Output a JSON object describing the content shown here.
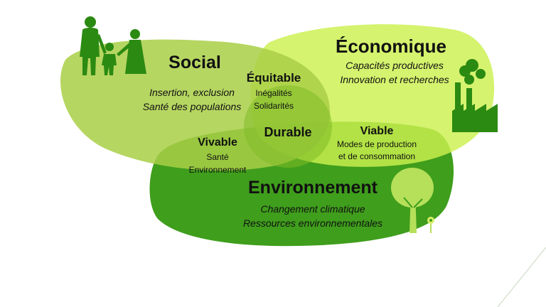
{
  "colors": {
    "social": "#a9cf46",
    "economique": "#ccf04e",
    "environnement": "#3f9e1c",
    "overlap_center": "#7fbb26",
    "icon_dark": "#2b8a12",
    "tree": "#b6e05a"
  },
  "circles": {
    "social": {
      "title": "Social",
      "items": [
        "Insertion, exclusion",
        "Santé des populations"
      ],
      "icon": "family-icon"
    },
    "economique": {
      "title": "Économique",
      "items": [
        "Capacités productives",
        "Innovation et recherches"
      ],
      "icon": "factory-icon"
    },
    "environnement": {
      "title": "Environnement",
      "items": [
        "Changement climatique",
        "Ressources environnementales"
      ],
      "icon": "tree-icon"
    }
  },
  "overlaps": {
    "equitable": {
      "title": "Équitable",
      "items": [
        "Inégalités",
        "Solidarités"
      ]
    },
    "vivable": {
      "title": "Vivable",
      "items": [
        "Santé",
        "Environnement"
      ]
    },
    "viable": {
      "title": "Viable",
      "items": [
        "Modes de production",
        "et de consommation"
      ]
    },
    "durable": {
      "title": "Durable"
    }
  }
}
